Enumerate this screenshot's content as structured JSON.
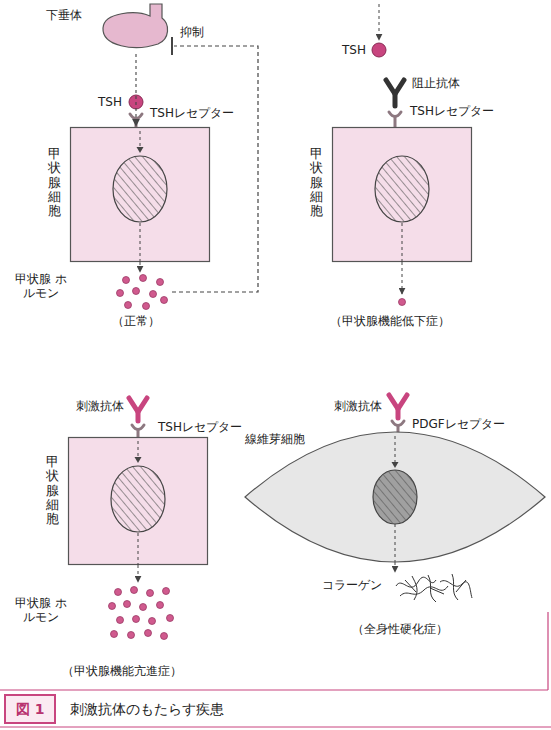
{
  "diagram": {
    "caption": "刺激抗体のもたらす疾患",
    "nodes": [
      {
        "text": [
          "下垂体"
        ]
      },
      {
        "text": [
          "甲状腺細胞"
        ]
      },
      {
        "text": [
          "甲状腺細胞"
        ]
      },
      {
        "text": [
          "甲状腺細胞"
        ]
      },
      {
        "text": [
          "線維芽細胞"
        ]
      },
      {
        "text": [
          "図 1"
        ]
      }
    ],
    "edges": [
      {
        "from": 0,
        "to": 1,
        "arrow": "to"
      }
    ],
    "labels": [
      "抑制",
      "TSH",
      "TSHレセプター",
      "甲状腺 ホルモン",
      "（正常）",
      "TSH",
      "阻止抗体",
      "TSHレセプター",
      "（甲状腺機能低下症）",
      "刺激抗体",
      "TSHレセプター",
      "甲状腺 ホルモン",
      "（甲状腺機能亢進症）",
      "刺激抗体",
      "PDGFレセプター",
      "コラーゲン",
      "（全身性硬化症）"
    ]
  }
}
